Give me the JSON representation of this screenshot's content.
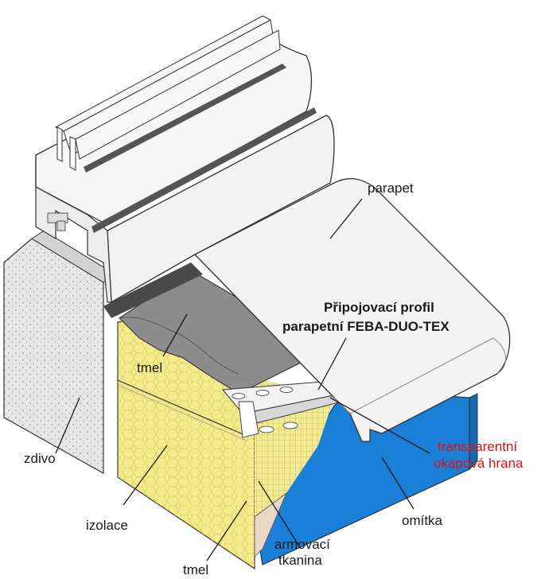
{
  "labels": {
    "parapet": "parapet",
    "profile_line1": "Připojovací profil",
    "profile_line2": "parapetní FEBA-DUO-TEX",
    "tmel_top": "tmel",
    "zdivo": "zdivo",
    "transparent_line1": "transparentní",
    "transparent_line2": "okapová hrana",
    "izolace": "izolace",
    "omitka": "omítka",
    "armovaci_line1": "armovací",
    "armovaci_line2": "tkanina",
    "tmel_bottom": "tmel"
  },
  "colors": {
    "insulation": "#f4ec8c",
    "plaster": "#1a7fd6",
    "masonry": "#e4e4e4",
    "sealant": "#8a8a8a",
    "sill": "#f6f6f6",
    "window_frame": "#f4f4f4",
    "highlight_label": "#e01010"
  }
}
